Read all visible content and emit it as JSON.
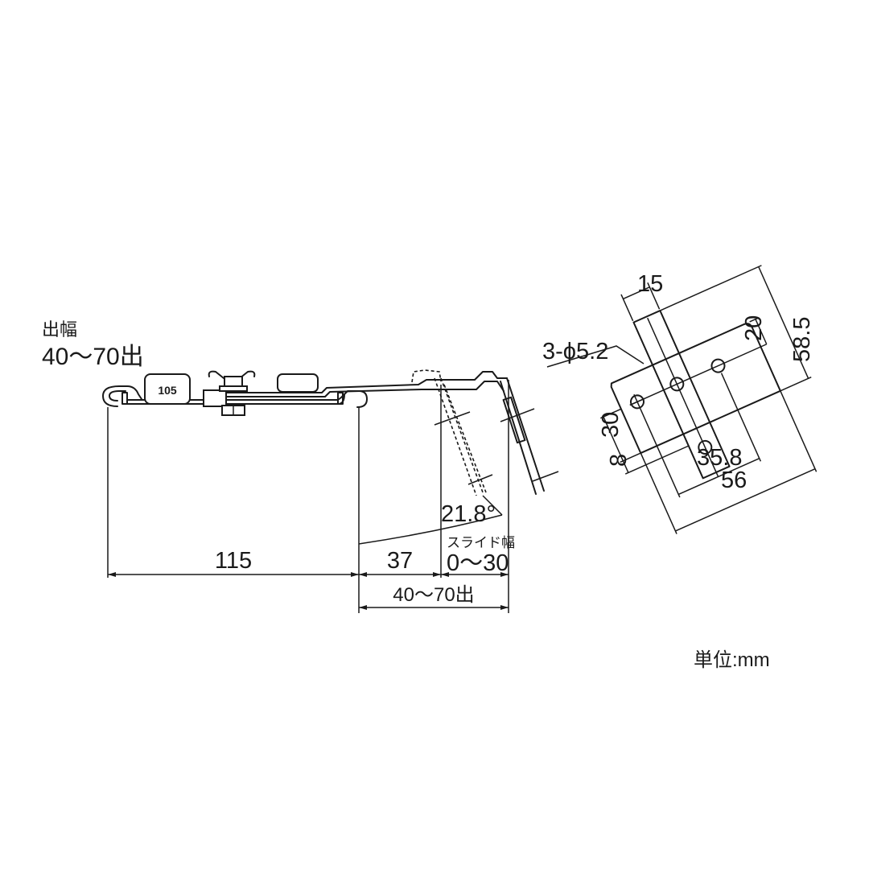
{
  "title": "Bracket dimension drawing",
  "side_view": {
    "projection_label": "出幅",
    "projection_range": "40〜70出",
    "tag_label": "105",
    "angle": "21.8°",
    "slide_label": "スライド幅",
    "slide_range": "0〜30",
    "dim_115": "115",
    "dim_37": "37",
    "dim_bottom": "40〜70出"
  },
  "plate_view": {
    "hole_callout": "3-ϕ5.2",
    "dim_15": "15",
    "dim_20": "20",
    "dim_58_5": "58.5",
    "dim_30": "30",
    "dim_8": "8",
    "dim_35_8": "35.8",
    "dim_56": "56"
  },
  "unit_note": "単位:mm",
  "colors": {
    "line": "#1a1a1a",
    "background": "#ffffff"
  }
}
